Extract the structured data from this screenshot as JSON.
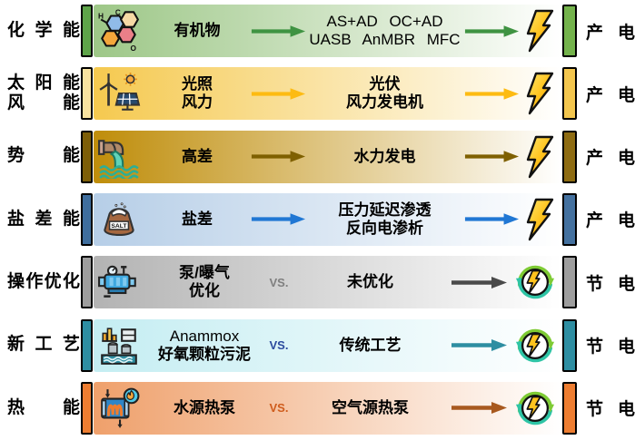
{
  "figure": {
    "description": "能源回收与节能流程图",
    "produce_label": "产电",
    "save_label": "节电"
  },
  "rows": [
    {
      "id": "chemical-energy",
      "label_line1": "化学能",
      "label_line2": "",
      "icon": "molecule-icon",
      "input_line1": "有机物",
      "input_line2": "",
      "vs": "",
      "process_line1": "AS+AD OC+AD",
      "process_line2": "UASB AnMBR MFC",
      "result": "产电",
      "result_icon": "lightning-bolt-icon",
      "colors": {
        "bar_left": "#5ea449",
        "bar_right": "#74b34c",
        "box_start": "#9dc787",
        "arrow": "#3f9342",
        "vs": ""
      }
    },
    {
      "id": "solar-wind-energy",
      "label_line1": "太阳能",
      "label_line2": "风能",
      "icon": "wind-solar-icon",
      "input_line1": "光照",
      "input_line2": "风力",
      "vs": "",
      "process_line1": "光伏",
      "process_line2": "风力发电机",
      "result": "产电",
      "result_icon": "lightning-bolt-icon",
      "colors": {
        "bar_left": "#f8e3a0",
        "bar_right": "#f3c64e",
        "box_start": "#f5c94f",
        "arrow": "#fdbb12",
        "vs": ""
      }
    },
    {
      "id": "potential-energy",
      "label_line1": "势能",
      "label_line2": "",
      "icon": "water-pipe-icon",
      "input_line1": "高差",
      "input_line2": "",
      "vs": "",
      "process_line1": "水力发电",
      "process_line2": "",
      "result": "产电",
      "result_icon": "lightning-bolt-icon",
      "colors": {
        "bar_left": "#7d5f08",
        "bar_right": "#8e6c12",
        "box_start": "#bf8d0a",
        "arrow": "#7f6000",
        "vs": ""
      }
    },
    {
      "id": "salinity-gradient-energy",
      "label_line1": "盐差能",
      "label_line2": "",
      "icon": "salt-sack-icon",
      "input_line1": "盐差",
      "input_line2": "",
      "vs": "",
      "process_line1": "压力延迟渗透",
      "process_line2": "反向电渗析",
      "result": "产电",
      "result_icon": "lightning-bolt-icon",
      "colors": {
        "bar_left": "#3f6e9e",
        "bar_right": "#44719f",
        "box_start": "#b6cee7",
        "arrow": "#2077d4",
        "vs": ""
      }
    },
    {
      "id": "operation-optimization",
      "label_line1": "操作优化",
      "label_line2": "",
      "icon": "pump-icon",
      "input_line1": "泵/曝气",
      "input_line2": "优化",
      "vs": "VS.",
      "process_line1": "未优化",
      "process_line2": "",
      "result": "节电",
      "result_icon": "energy-saving-icon",
      "colors": {
        "bar_left": "#9e9e9e",
        "bar_right": "#9e9e9e",
        "box_start": "#b3b3b3",
        "arrow": "#4a4a4a",
        "vs": "#7f7f7f"
      }
    },
    {
      "id": "new-process",
      "label_line1": "新工艺",
      "label_line2": "",
      "icon": "treatment-plant-icon",
      "input_line1": "Anammox",
      "input_line2": "好氧颗粒污泥",
      "vs": "VS.",
      "process_line1": "传统工艺",
      "process_line2": "",
      "result": "节电",
      "result_icon": "energy-saving-icon",
      "colors": {
        "bar_left": "#2e8ea2",
        "bar_right": "#2e8ea2",
        "box_start": "#c4edf2",
        "arrow": "#2e8ea2",
        "vs": "#2b4a9e"
      }
    },
    {
      "id": "thermal-energy",
      "label_line1": "热能",
      "label_line2": "",
      "icon": "heat-exchanger-icon",
      "input_line1": "水源热泵",
      "input_line2": "",
      "vs": "VS.",
      "process_line1": "空气源热泵",
      "process_line2": "",
      "result": "节电",
      "result_icon": "energy-saving-icon",
      "colors": {
        "bar_left": "#ed7d31",
        "bar_right": "#ed7d31",
        "box_start": "#efa06b",
        "arrow": "#a8591f",
        "vs": "#cf5c1c"
      }
    }
  ]
}
